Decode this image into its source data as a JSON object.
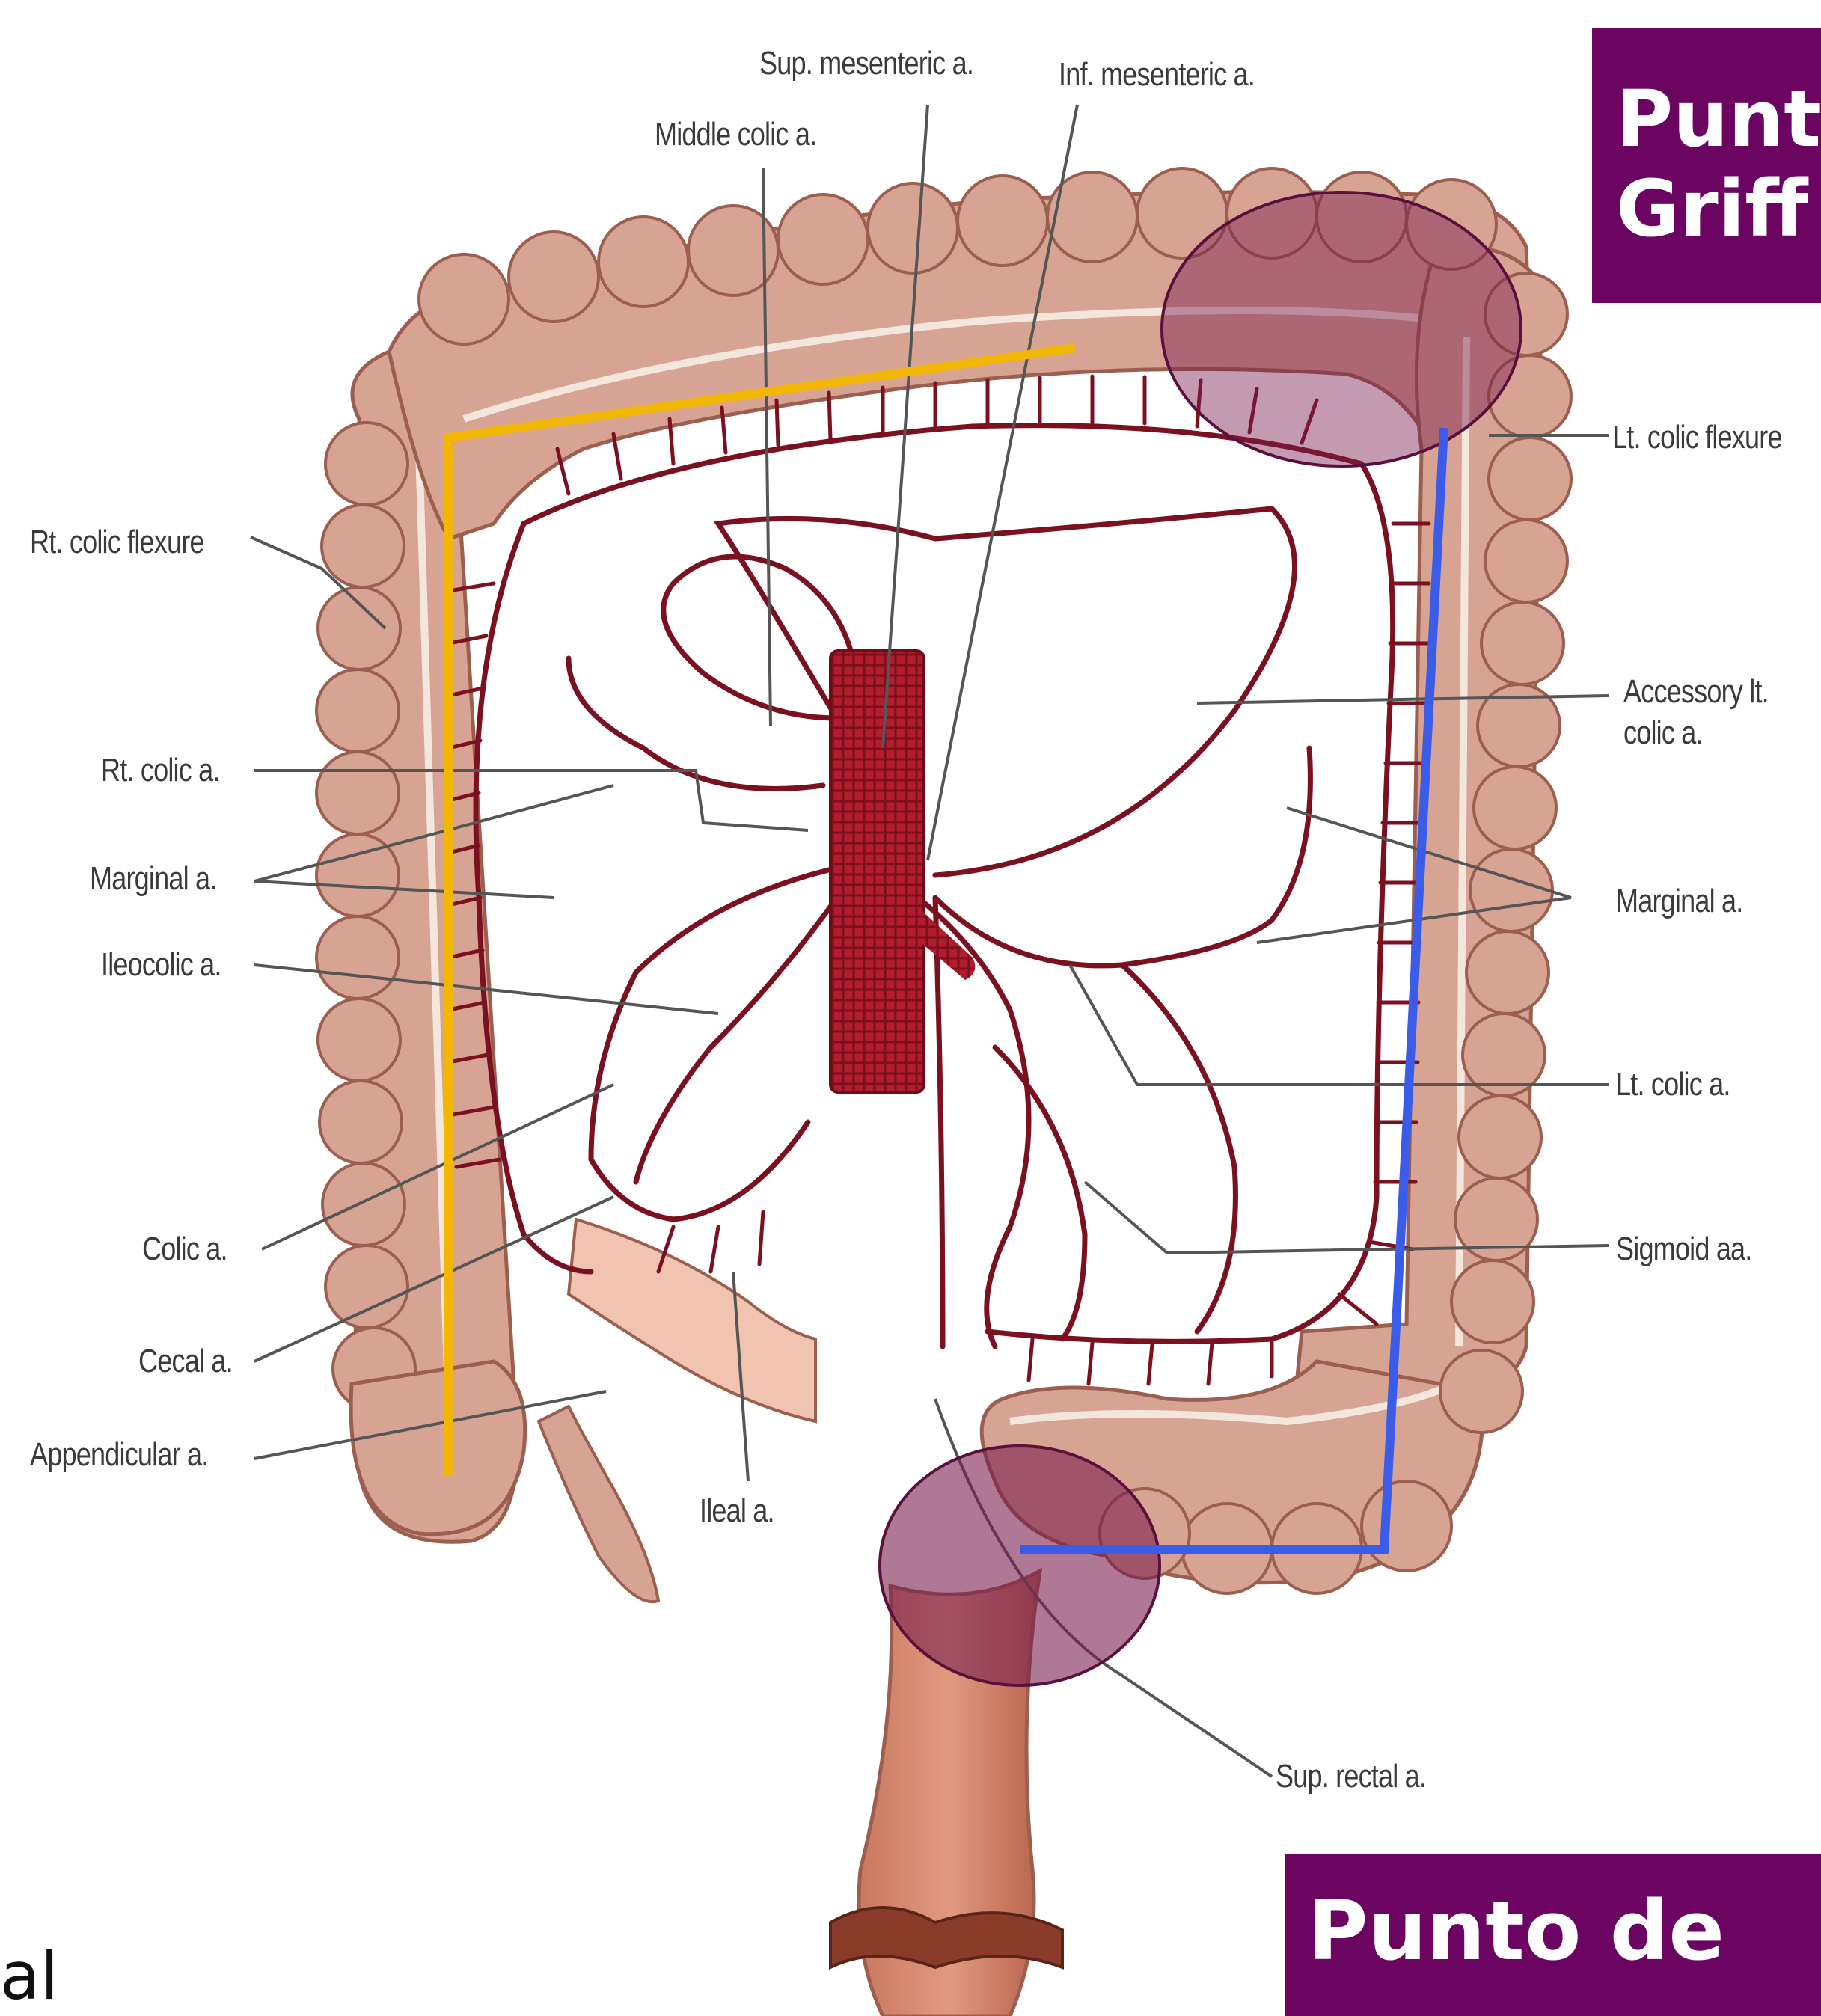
{
  "labels": {
    "sup_mesenteric": "Sup. mesenteric a.",
    "inf_mesenteric": "Inf. mesenteric a.",
    "middle_colic": "Middle colic a.",
    "lt_colic_flexure": "Lt. colic flexure",
    "rt_colic_flexure": "Rt. colic flexure",
    "accessory_lt_colic_1": "Accessory lt.",
    "accessory_lt_colic_2": "colic a.",
    "rt_colic": "Rt. colic a.",
    "marginal_left": "Marginal a.",
    "marginal_right": "Marginal a.",
    "ileocolic": "Ileocolic a.",
    "lt_colic": "Lt. colic a.",
    "colic": "Colic a.",
    "sigmoid": "Sigmoid aa.",
    "cecal": "Cecal a.",
    "appendicular": "Appendicular a.",
    "ileal": "Ileal a.",
    "sup_rectal": "Sup. rectal a."
  },
  "overlays": {
    "box_top_line1": "Punt",
    "box_top_line2": "Griff",
    "box_bottom": "Punto de",
    "corner_fragment": "al"
  },
  "colors": {
    "box_purple": "#6b0561",
    "yellow_line": "#f2b705",
    "blue_line": "#3b5ce6",
    "colon": "#d4a08f",
    "artery": "#7a1020",
    "highlight": "#7a1f4f"
  }
}
